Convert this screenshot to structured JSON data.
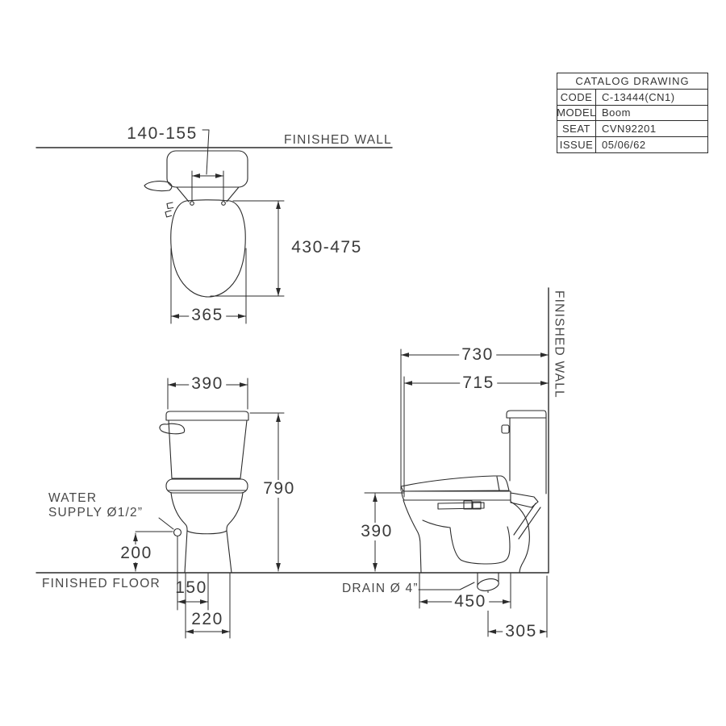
{
  "title_block": {
    "title": "CATALOG  DRAWING",
    "rows": [
      {
        "label": "CODE",
        "value": "C-13444(CN1)"
      },
      {
        "label": "MODEL",
        "value": "Boom"
      },
      {
        "label": "SEAT",
        "value": "CVN92201"
      },
      {
        "label": "ISSUE",
        "value": "05/06/62"
      }
    ]
  },
  "labels": {
    "finished_wall_top": "FINISHED  WALL",
    "finished_wall_side": "FINISHED  WALL",
    "finished_floor": "FINISHED  FLOOR",
    "water_supply_line1": "WATER",
    "water_supply_line2": "SUPPLY  Ø1/2”",
    "drain": "DRAIN  Ø 4”"
  },
  "dimensions": {
    "flush_valve_offset": "140-155",
    "seat_length": "430-475",
    "bowl_width": "365",
    "tank_width": "390",
    "overall_height": "790",
    "water_supply_height": "200",
    "water_supply_offset": "150",
    "base_width": "220",
    "overall_depth": "730",
    "rim_depth": "715",
    "rim_height": "390",
    "base_length": "450",
    "drain_rough_in": "305"
  }
}
